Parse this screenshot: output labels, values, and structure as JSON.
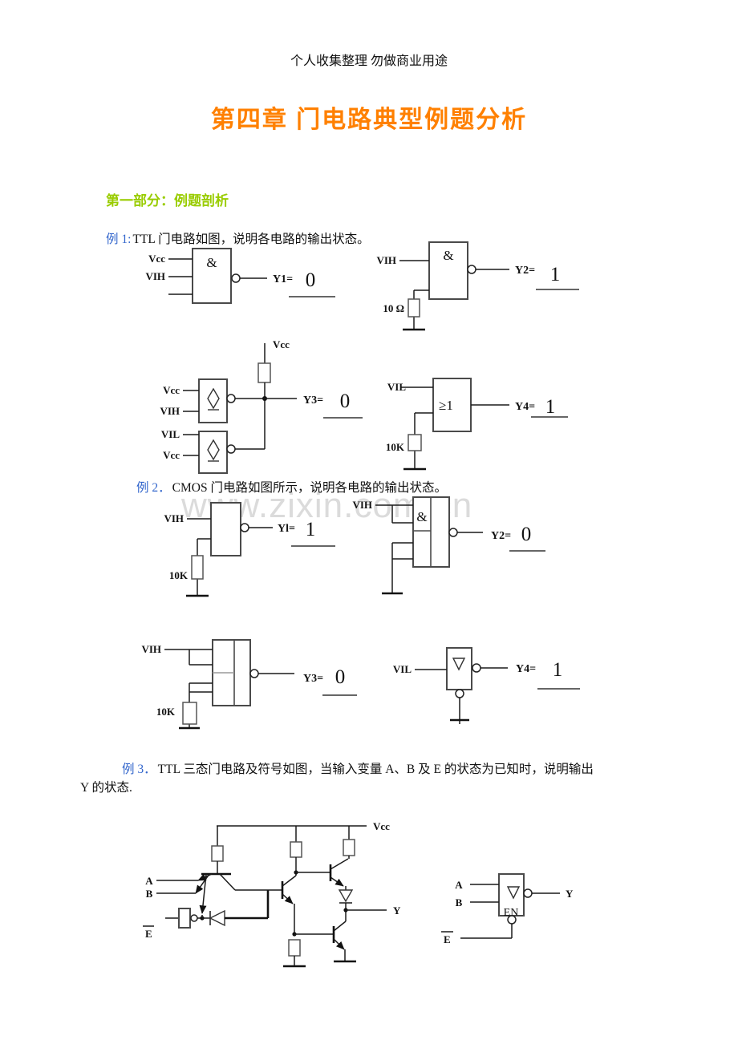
{
  "header": {
    "disclaimer": "个人收集整理 勿做商业用途"
  },
  "title": "第四章 门电路典型例题分析",
  "section": "第一部分：例题剖析",
  "examples": {
    "ex1": {
      "label": "例 1:",
      "text": "TTL 门电路如图，说明各电路的输出状态。"
    },
    "ex2": {
      "label": "例 2．",
      "text": "CMOS 门电路如图所示，说明各电路的输出状态。"
    },
    "ex3": {
      "label": "例 3．",
      "text": "TTL 三态门电路及符号如图，当输入变量 A、B 及 E 的状态为已知时，说明输出",
      "text2": "Y 的状态."
    }
  },
  "watermark": "www.zixin.com.cn",
  "colors": {
    "title": "#FF8000",
    "section": "#99CC00",
    "example_label": "#3366CC",
    "watermark": "#BEBEBE"
  },
  "circuits": {
    "ttl1": {
      "gate": "&",
      "in1": "Vcc",
      "in2": "VIH",
      "out": "Y1=",
      "answer": "0"
    },
    "ttl2": {
      "gate": "&",
      "in1": "VIH",
      "resistor": "10 Ω",
      "out": "Y2=",
      "answer": "1"
    },
    "ttl3": {
      "pullup": "Vcc",
      "g1in1": "Vcc",
      "g1in2": "VIH",
      "g2in1": "VIL",
      "g2in2": "Vcc",
      "out": "Y3=",
      "answer": "0"
    },
    "ttl4": {
      "gate": "≥1",
      "in1": "VIL",
      "resistor": "10K",
      "out": "Y4=",
      "answer": "1"
    },
    "cmos1": {
      "in1": "VIH",
      "resistor": "10K",
      "out": "Yl=",
      "answer": "1"
    },
    "cmos2": {
      "gate": "&",
      "in1": "VIH",
      "out": "Y2=",
      "answer": "0"
    },
    "cmos3": {
      "in1": "VIH",
      "resistor": "10K",
      "out": "Y3=",
      "answer": "0"
    },
    "cmos4": {
      "in1": "VIL",
      "out": "Y4=",
      "answer": "1"
    },
    "ttl_tristate": {
      "vcc": "Vcc",
      "inA": "A",
      "inB": "B",
      "inE": "E",
      "out": "Y"
    },
    "tristate_symbol": {
      "inA": "A",
      "inB": "B",
      "inE": "E",
      "en": "EN",
      "out": "Y"
    }
  }
}
